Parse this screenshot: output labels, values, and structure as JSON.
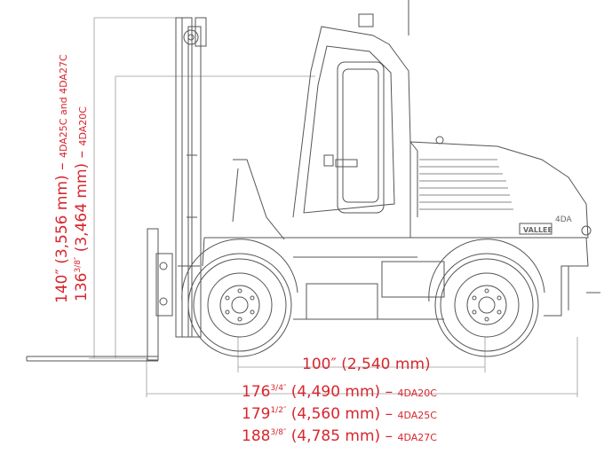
{
  "colors": {
    "dimension": "#d8262e",
    "line": "#8a8a8a",
    "drawing": "#5a5a5a"
  },
  "vertical_dims": {
    "height_140": {
      "main": "140″ (3,556 mm)",
      "dash": " – ",
      "model": "4DA25C and 4DA27C"
    },
    "height_136": {
      "whole": "136",
      "frac": "3/8″",
      "rest": " (3,464 mm)",
      "dash": " – ",
      "model": "4DA20C"
    }
  },
  "horizontal_dims": {
    "wheelbase": "100″ (2,540 mm)",
    "lengths": [
      {
        "whole": "176",
        "frac": "3/4″",
        "rest": " (4,490 mm)",
        "dash": " – ",
        "model": "4DA20C"
      },
      {
        "whole": "179",
        "frac": "1/2″",
        "rest": " (4,560 mm)",
        "dash": " – ",
        "model": "4DA25C"
      },
      {
        "whole": "188",
        "frac": "3/8″",
        "rest": " (4,785 mm)",
        "dash": " – ",
        "model": "4DA27C"
      }
    ]
  },
  "machine": {
    "badge": "VALLEE",
    "model_badge": "4DA"
  }
}
